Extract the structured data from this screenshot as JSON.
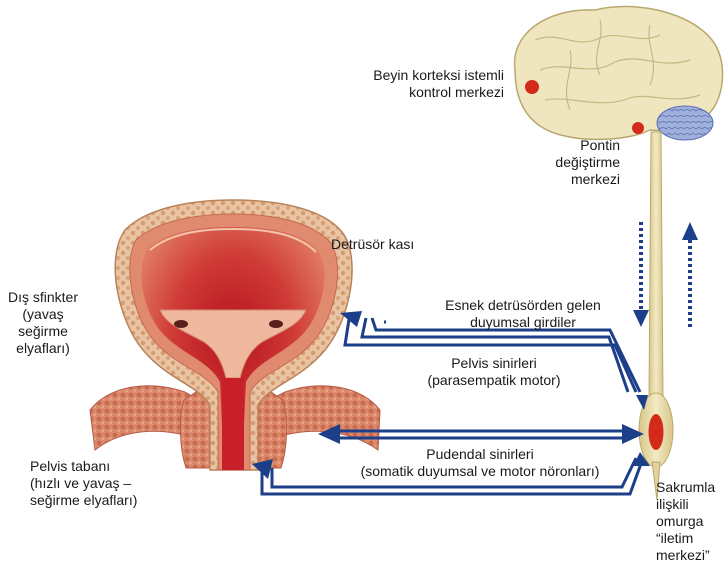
{
  "labels": {
    "cortex": "Beyin korteksi istemli\nkontrol merkezi",
    "pontine": "Pontin\ndeğiştirme\nmerkezi",
    "detrusor": "Detrüsör kası",
    "external_sphincter": "Dış sfinkter\n(yavaş\nseğirme\nelyafları)",
    "stretch_input": "Esnek detrüsörden gelen\nduyumsal girdiler",
    "pelvic_nerves": "Pelvis sinirleri\n(parasempatik motor)",
    "pudendal_nerves": "Pudendal sinirleri\n(somatik duyumsal ve motor nöronları)",
    "pelvic_floor": "Pelvis tabanı\n(hızlı ve yavaş –\nseğirme elyafları)",
    "sacral_center": "Sakrumla\nilişkili\nomurga\n“iletim\nmerkezi”"
  },
  "colors": {
    "arrow": "#1d3f8a",
    "brain": "#efe6c0",
    "brain_outline": "#b7a86e",
    "cerebellum": "#8da0d0",
    "spinal_cord": "#e9dcaa",
    "red_center": "#d42a1a",
    "bladder_inner": "#c8202b",
    "bladder_wall": "#e0866d",
    "muscle": "#d9826a"
  },
  "icons": {
    "brain": "brain-illustration",
    "bladder": "bladder-illustration"
  }
}
